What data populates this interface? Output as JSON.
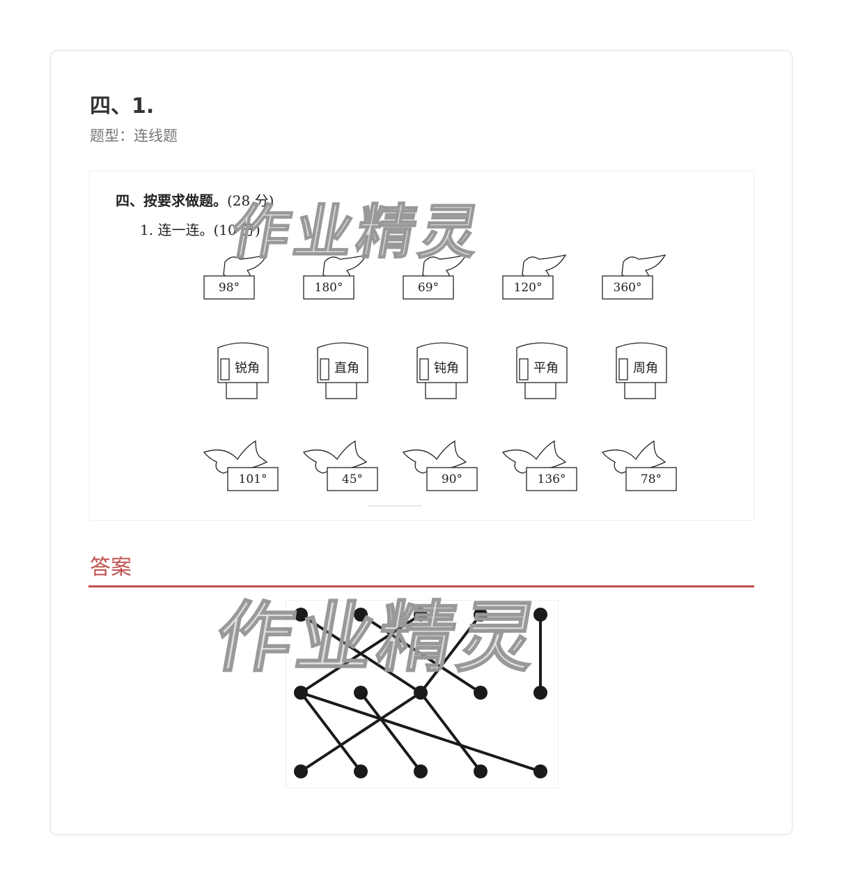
{
  "header": {
    "title": "四、1.",
    "type_label": "题型：连线题"
  },
  "question": {
    "heading": "四、按要求做题。",
    "heading_score": "(28 分)",
    "sub": "1. 连一连。(10 分)",
    "top_birds": [
      "98°",
      "180°",
      "69°",
      "120°",
      "360°"
    ],
    "mailboxes": [
      "锐角",
      "直角",
      "钝角",
      "平角",
      "周角"
    ],
    "bottom_birds": [
      "101°",
      "45°",
      "90°",
      "136°",
      "78°"
    ]
  },
  "watermark": "作业精灵",
  "answer": {
    "title": "答案",
    "connections_top_to_middle": [
      [
        0,
        2
      ],
      [
        1,
        3
      ],
      [
        2,
        0
      ],
      [
        3,
        2
      ],
      [
        4,
        4
      ]
    ],
    "connections_middle_to_bottom": [
      [
        0,
        1
      ],
      [
        0,
        4
      ],
      [
        1,
        2
      ],
      [
        2,
        0
      ],
      [
        2,
        3
      ]
    ]
  }
}
